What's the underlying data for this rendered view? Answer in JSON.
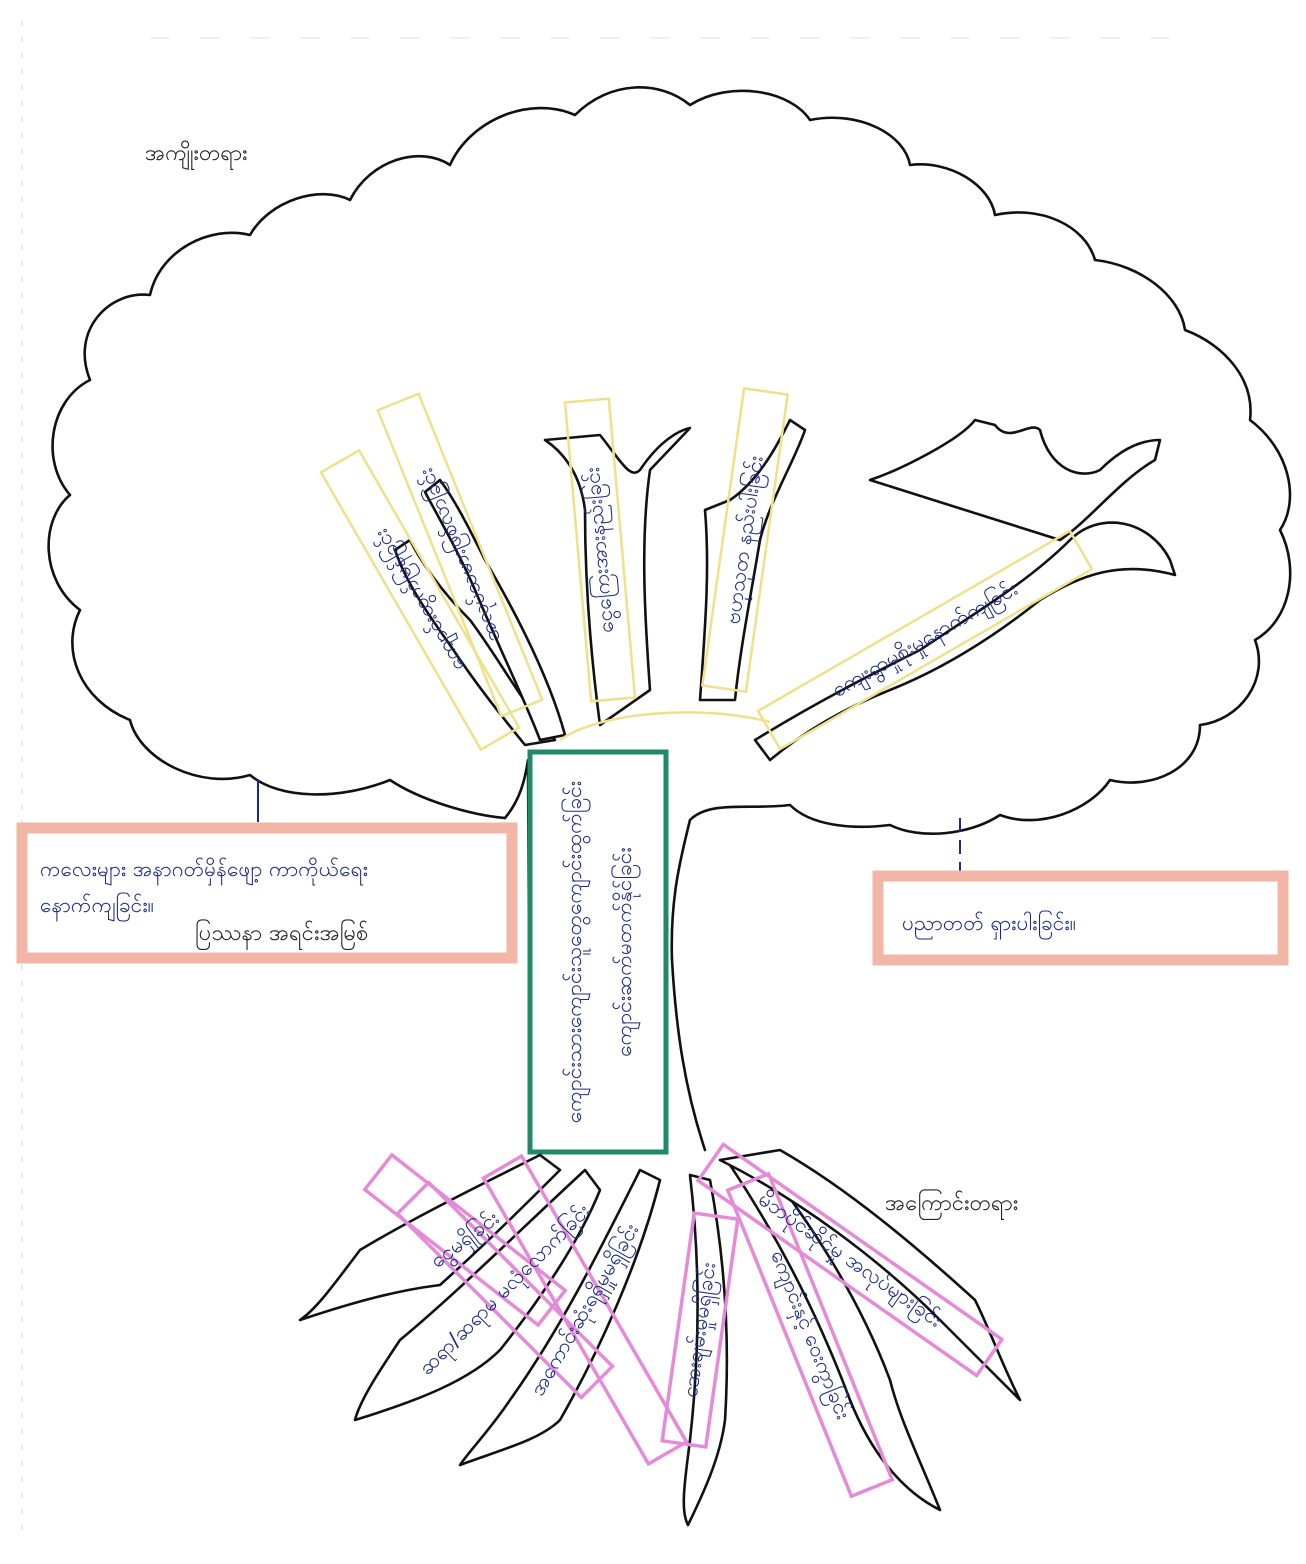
{
  "labels": {
    "effects_heading": "အကျိုးတရား",
    "causes_heading": "အကြောင်းတရား",
    "problem_caption": "ပြဿနာ အရင်းအမြစ်"
  },
  "trunk": {
    "line1": "ကျောင်းသားကျောင်းသူတွေကျောင်းထွက်ခြင်း",
    "line2": "ကျောင်းဆက်မတက်နိုင်ခြင်း"
  },
  "left_box": {
    "line1": "ကလေးများ အနာဂတ်မှိန်ဖျော့ ကာကိုယ်ရေး",
    "line2": "နောက်ကျခြင်း။"
  },
  "right_box": {
    "line1": "ပညာတတ် ရှားပါးခြင်း။"
  },
  "branches": [
    "ကျောင်းထွက်မြန်ခြင်း",
    "အလုပ်သမားဖြစ်လာခြင်း",
    "ငွေကြေးအားနည်းခြင်း",
    "ဗဟုသုတ နည်းပါးခြင်း",
    "ကျေးရွာမှုစိုးမှုနောက်ကျခြင်း"
  ],
  "roots": [
    "ငွေမရှိခြင်း",
    "ဆရာ/ဆရာမ မလုံလောက်ခြင်း",
    "အကောင်းဆုံးရရှိမှုမရှိခြင်း",
    "အေးချမ်းမှုမရှိခြင်း",
    "ကျောင်းနှင့် ဝေးကွာခြင်း",
    "မိဘပိုင်ဆိုင်မှု အလုပ်များခြင်း"
  ]
}
